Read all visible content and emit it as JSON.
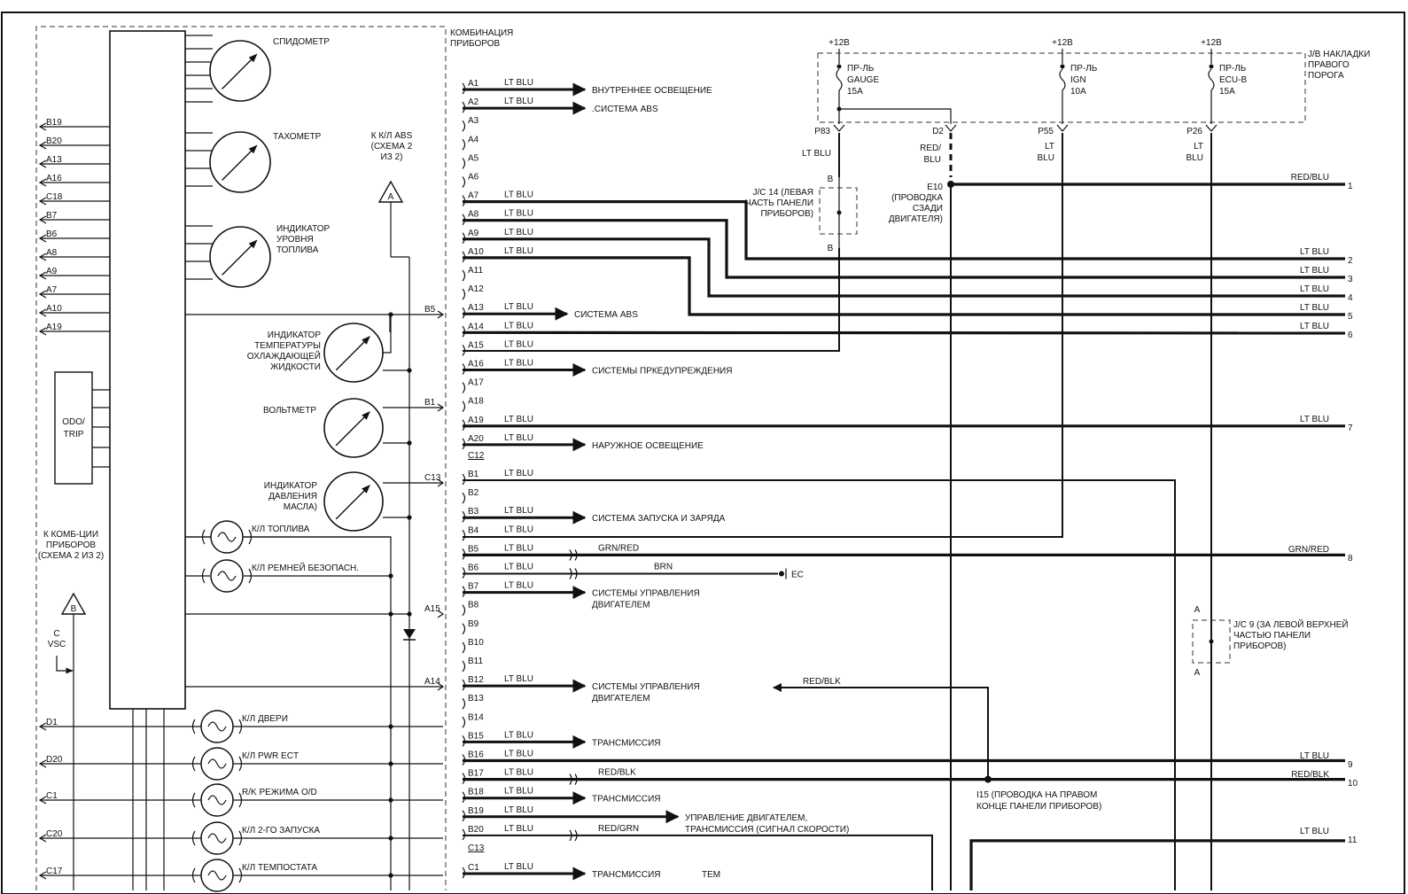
{
  "cluster_title": "КОМБИНАЦИЯ ПРИБОРОВ",
  "gauges": [
    {
      "id": "speedo",
      "label": "СПИДОМЕТР"
    },
    {
      "id": "tacho",
      "label": "ТАХОМЕТР"
    },
    {
      "id": "fuel",
      "label": "ИНДИКАТОР УРОВНЯ ТОПЛИВА"
    },
    {
      "id": "temp",
      "label": "ИНДИКАТОР ТЕМПЕРАТУРЫ ОХЛАЖДАЮЩЕЙ ЖИДКОСТИ"
    },
    {
      "id": "volt",
      "label": "ВОЛЬТМЕТР"
    },
    {
      "id": "oil",
      "label": "ИНДИКАТОР ДАВЛЕНИЯ МАСЛА)"
    }
  ],
  "odo_label": "ODO/ TRIP",
  "abs_ref": "К К/Л ABS (СХЕМА 2 ИЗ 2)",
  "abs_ref_tag": "A",
  "comb_ref": "К КОМБ-ЦИИ ПРИБОРОВ (СХЕМА 2 ИЗ 2)",
  "comb_ref_tag": "B",
  "vsc_label": "C VSC",
  "left_pins": [
    "B19",
    "B20",
    "A13",
    "A16",
    "C18",
    "B7",
    "B6",
    "A8",
    "A9",
    "A7",
    "A10",
    "A19"
  ],
  "lower_left_pins": [
    "D1",
    "D20",
    "C1",
    "C20",
    "C17"
  ],
  "internal_pins": [
    "B5",
    "B1",
    "C13",
    "A15",
    "A14"
  ],
  "lamps": [
    {
      "id": "fuel",
      "label": "К/Л ТОПЛИВА"
    },
    {
      "id": "belt",
      "label": "К/Л РЕМНЕЙ БЕЗОПАСН."
    },
    {
      "id": "door",
      "label": "К/Л ДВЕРИ"
    },
    {
      "id": "pwr",
      "label": "К/Л PWR ECT"
    },
    {
      "id": "od",
      "label": "R/K РЕЖИМА O/D"
    },
    {
      "id": "second",
      "label": "К/Л 2-ГО ЗАПУСКА"
    },
    {
      "id": "tstat",
      "label": "К/Л ТЕМПОСТАТА"
    }
  ],
  "connector_pins": [
    "A1",
    "A2",
    "A3",
    "A4",
    "A5",
    "A6",
    "A7",
    "A8",
    "A9",
    "A10",
    "A11",
    "A12",
    "A13",
    "A14",
    "A15",
    "A16",
    "A17",
    "A18",
    "A19",
    "A20",
    "C12",
    "B1",
    "B2",
    "B3",
    "B4",
    "B5",
    "B6",
    "B7",
    "B8",
    "B9",
    "B10",
    "B11",
    "B12",
    "B13",
    "B14",
    "B15",
    "B16",
    "B17",
    "B18",
    "B19",
    "B20",
    "C13",
    "C1"
  ],
  "wire_lt_blu": "LT BLU",
  "destinations": {
    "a1": "ВНУТРЕННЕЕ ОСВЕЩЕНИЕ",
    "a2": ".СИСТЕМА ABS",
    "a13": "СИСТЕМА ABS",
    "a16": "СИСТЕМЫ ПРКЕДУПРЕЖДЕНИЯ",
    "a20": "НАРУЖНОЕ ОСВЕЩЕНИЕ",
    "b3": "СИСТЕМА ЗАПУСКА И ЗАРЯДА",
    "b7_l1": "СИСТЕМЫ УПРАВЛЕНИЯ",
    "b7_l2": "ДВИГАТЕЛЕМ",
    "b12_l1": "СИСТЕМЫ УПРАВЛЕНИЯ",
    "b12_l2": "ДВИГАТЕЛЕМ",
    "b15": "ТРАНСМИССИЯ",
    "b18": "ТРАНСМИССИЯ",
    "b19_l1": "УПРАВЛЕНИЕ ДВИГАТЕЛЕМ,",
    "b19_l2": "ТРАНСМИССИЯ (СИГНАЛ СКОРОСТИ)",
    "c1": "ТРАНСМИССИЯ",
    "c1_extra": "ТЕМ"
  },
  "wire_colors": {
    "grn_red": "GRN/RED",
    "brn": "BRN",
    "ec": "EC",
    "red_blk": "RED/BLK",
    "red_grn": "RED/GRN",
    "red_blu": "RED/BLU"
  },
  "fuses": [
    {
      "supply": "+12В",
      "l1": "ПР-ЛЬ",
      "l2": "GAUGE",
      "l3": "15A",
      "pin": "P83"
    },
    {
      "supply": "+12В",
      "l1": "ПР-ЛЬ",
      "l2": "IGN",
      "l3": "10A",
      "pin": "P55"
    },
    {
      "supply": "+12В",
      "l1": "ПР-ЛЬ",
      "l2": "ECU-B",
      "l3": "15A",
      "pin": "P26"
    }
  ],
  "jb_label": "J/B НАКЛАДКИ ПРАВОГО ПОРОГА",
  "d2_pin": "D2",
  "p83_wire": "LT BLU",
  "d2_wire": "RED/ BLU",
  "p55_wire": "LT BLU",
  "p26_wire": "LT BLU",
  "jc14_label": "J/C 14 (ЛЕВАЯ ЧАСТЬ ПАНЕЛИ ПРИБОРОВ)",
  "jc14_pin": "B",
  "e10_label": "E10 (ПРОВОДКА СЗАДИ ДВИГАТЕЛЯ)",
  "jc9_label": "J/C 9 (ЗА ЛЕВОЙ ВЕРХНЕЙ ЧАСТЬЮ ПАНЕЛИ ПРИБОРОВ)",
  "jc9_pin": "A",
  "i15_label": "I15 (ПРОВОДКА НА ПРАВОМ КОНЦЕ ПАНЕЛИ ПРИБОРОВ)",
  "right_outputs": [
    {
      "num": "1",
      "wire": "RED/BLU"
    },
    {
      "num": "2",
      "wire": "LT BLU"
    },
    {
      "num": "3",
      "wire": "LT BLU"
    },
    {
      "num": "4",
      "wire": "LT BLU"
    },
    {
      "num": "5",
      "wire": "LT BLU"
    },
    {
      "num": "6",
      "wire": "LT BLU"
    },
    {
      "num": "7",
      "wire": "LT BLU"
    },
    {
      "num": "8",
      "wire": "GRN/RED"
    },
    {
      "num": "9",
      "wire": "LT BLU"
    },
    {
      "num": "10",
      "wire": "RED/BLK"
    },
    {
      "num": "11",
      "wire": "LT BLU"
    }
  ]
}
